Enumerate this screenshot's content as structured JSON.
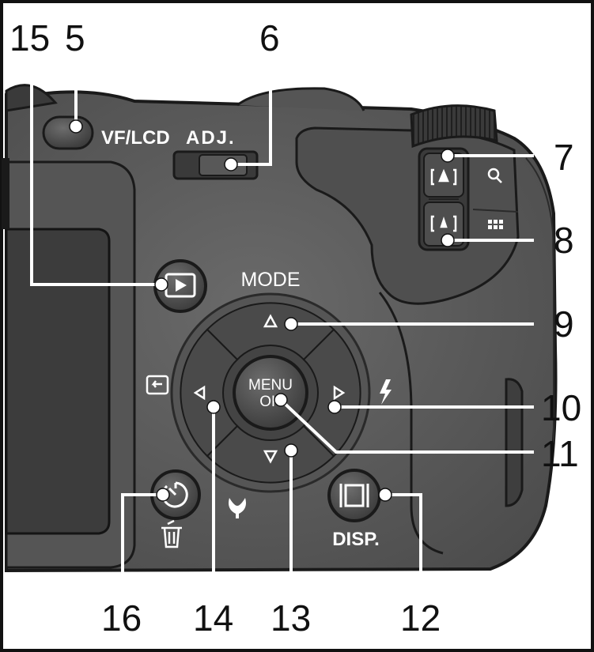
{
  "button_labels": {
    "vf_lcd": "VF/LCD",
    "adj": "ADJ.",
    "mode": "MODE",
    "menu_line1": "MENU",
    "menu_line2": "OK",
    "disp": "DISP."
  },
  "callouts": {
    "n5": "5",
    "n6": "6",
    "n7": "7",
    "n8": "8",
    "n9": "9",
    "n10": "10",
    "n11": "11",
    "n12": "12",
    "n13": "13",
    "n14": "14",
    "n15": "15",
    "n16": "16"
  },
  "icons": {
    "playback": "playback-icon",
    "zoom_tele": "tele-zoom-icon",
    "zoom_wide": "wide-zoom-icon",
    "magnify": "magnify-icon",
    "thumbnail": "thumbnail-icon",
    "up": "up-arrow-icon",
    "down": "down-arrow-icon",
    "left": "left-arrow-icon",
    "right": "right-arrow-icon",
    "flash": "flash-icon",
    "quick_review": "quick-review-icon",
    "macro": "macro-icon",
    "self_timer": "self-timer-icon",
    "delete": "trash-icon",
    "display": "display-icon"
  },
  "colors": {
    "body": "#5e5e5e",
    "body_dark": "#3c3c3c",
    "frame": "#1a1a1a",
    "lead_line": "#ffffff"
  }
}
